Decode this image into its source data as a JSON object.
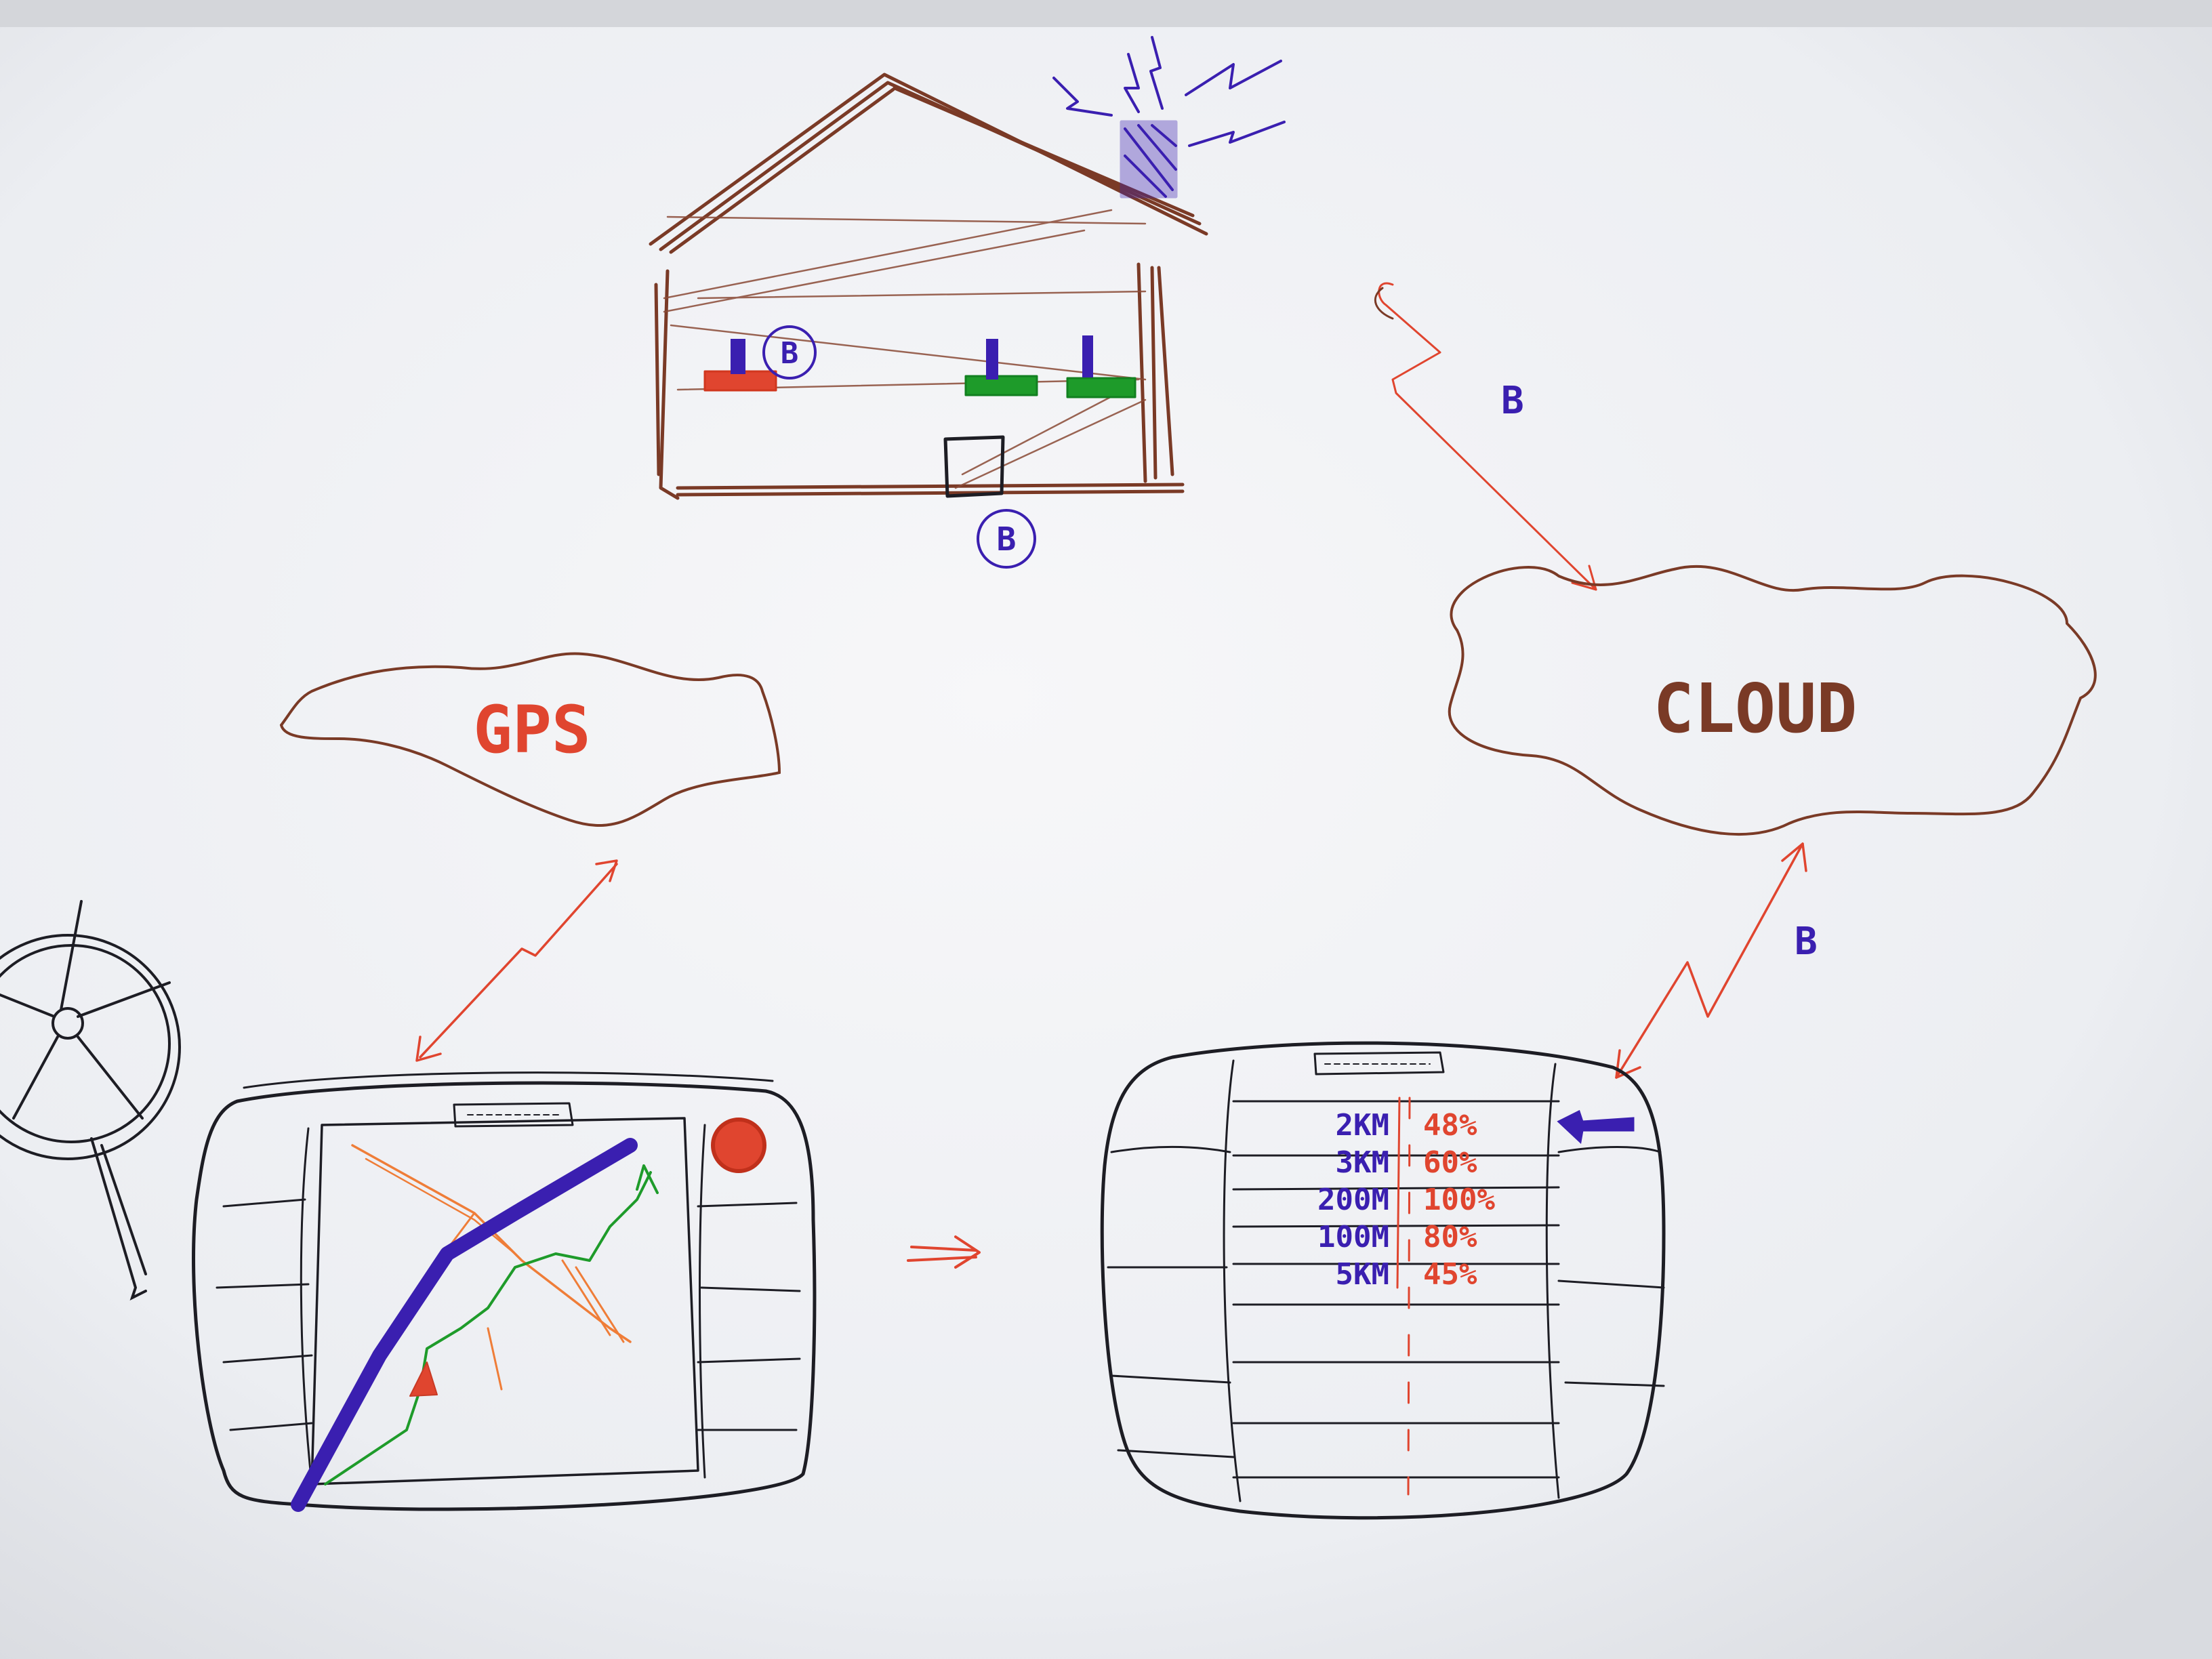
{
  "colors": {
    "paper": "#f1f2f5",
    "ink_brown": "#7a3a26",
    "ink_red": "#e0452f",
    "ink_blue": "#3a1fb0",
    "ink_black": "#1d1d24",
    "ink_green": "#1e9b2a",
    "ink_orange": "#ef7d38",
    "table_blue": "#3a1fb0",
    "table_red": "#e0452f"
  },
  "labels": {
    "gps": "GPS",
    "cloud": "CLOUD",
    "house_b1": "B",
    "house_b2": "B",
    "beacon_b": "B",
    "link_b": "B"
  },
  "icons": {
    "house": "house-sketch",
    "chimney_signal": "wireless-signal-icon",
    "beacon": "beacon-icon",
    "cloud": "cloud-icon",
    "fan": "fan-icon",
    "arrow": "arrow-right-icon",
    "record": "record-dot-icon",
    "pointer": "pointer-arrow-icon"
  },
  "phone_table": {
    "rows": [
      {
        "distance": "2KM",
        "percent": "48%"
      },
      {
        "distance": "3KM",
        "percent": "60%"
      },
      {
        "distance": "200M",
        "percent": "100%"
      },
      {
        "distance": "100M",
        "percent": "80%"
      },
      {
        "distance": "5KM",
        "percent": "45%"
      }
    ]
  }
}
